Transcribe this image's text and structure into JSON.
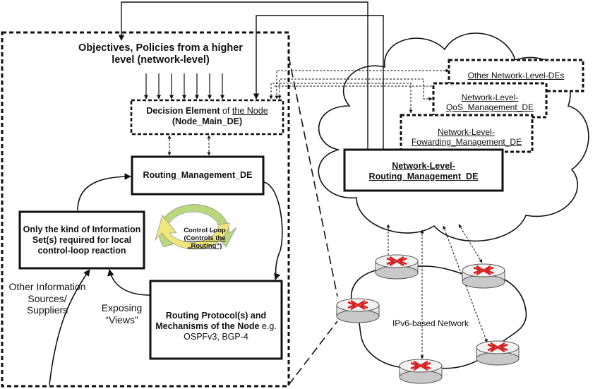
{
  "objectives": {
    "line1": "Objectives, Policies from a higher",
    "line2": "level (network-level)"
  },
  "decision_element": {
    "prefix": "Decision Element",
    "of": " of ",
    "the_node": "the Node",
    "name": "(Node_Main_DE)"
  },
  "routing_management": "Routing_Management_DE",
  "info_set": {
    "lines": [
      "Only the kind of Information",
      "Set(s) required for local",
      "control-loop reaction"
    ]
  },
  "control_loop": {
    "title": "Control Loop",
    "line2": "(Controls the",
    "line3": "„Routing“)"
  },
  "routing_protocols": {
    "line1": "Routing Protocol(s) and",
    "line2_bold": "Mechanisms of the Node",
    "line2_tail": " e.g.",
    "line3": "OSPFv3, BGP-4"
  },
  "other_sources": {
    "line1": "Other Information",
    "line2": "Sources/",
    "line3": "Suppliers"
  },
  "exposing_views": {
    "line1": "Exposing",
    "line2": "“Views”"
  },
  "network_level": {
    "other_des": "Other Network-Level-DEs",
    "qos_line1": "Network-Level-",
    "qos_line2": "QoS_Management_DE",
    "fwd_line1": "Network-Level-",
    "fwd_line2": "Fowarding_Management_DE",
    "routing_line1": "Network-Level-",
    "routing_line2": "Routing_Management_DE"
  },
  "ipv6_label": "IPv6-based Network",
  "colors": {
    "stroke": "#111111",
    "router_red": "#d42020",
    "router_body": "#e9e9e9",
    "loop_green": "#b9d77c",
    "loop_yellow": "#efe77a"
  }
}
